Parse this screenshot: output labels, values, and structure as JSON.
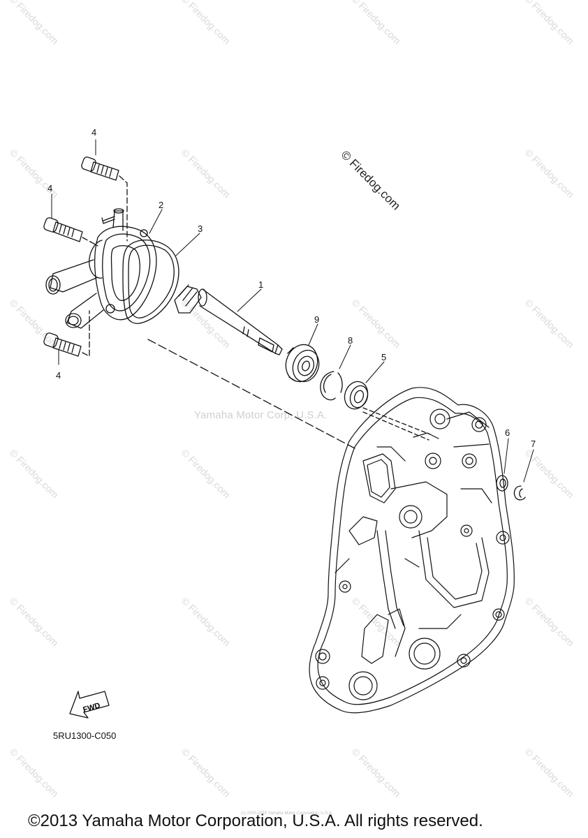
{
  "watermark": {
    "site": "© Firedog.com",
    "center": "Yamaha Motor Corp, U.S.A.",
    "tiny": "(c) 2000-2015 Yamaha Motor Corporation, U.S.A."
  },
  "diagram": {
    "part_numbers": [
      "1",
      "2",
      "3",
      "4",
      "4",
      "4",
      "5",
      "6",
      "7",
      "8",
      "9"
    ],
    "fwd_label": "FWD",
    "code": "5RU1300-C050"
  },
  "footer": {
    "copyright": "©2013 Yamaha Motor Corporation, U.S.A. All rights reserved."
  }
}
